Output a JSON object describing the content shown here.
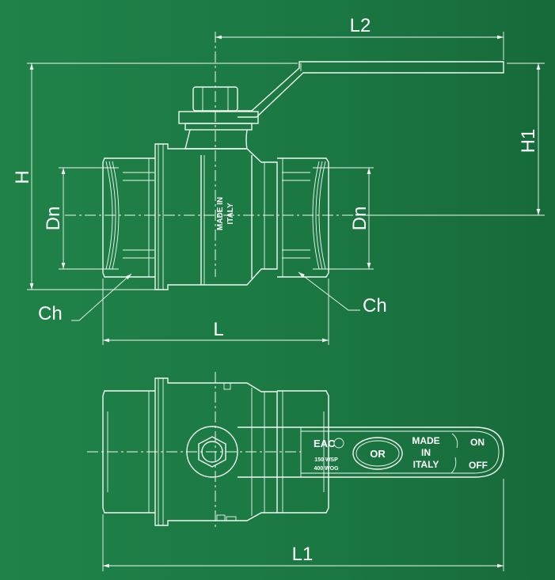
{
  "dimensions": {
    "L2": "L2",
    "H": "H",
    "H1": "H1",
    "Dn_left": "Dn",
    "Dn_right": "Dn",
    "Ch_left": "Ch",
    "Ch_right": "Ch",
    "L": "L",
    "L1": "L1"
  },
  "body_marking": {
    "line1": "MADE IN",
    "line2": "ITALY"
  },
  "handle": {
    "cert_mark": "EAC",
    "rating_1": "150 WSP",
    "rating_2": "400 WOG",
    "logo": "OR",
    "made_1": "MADE",
    "made_2": "IN",
    "made_3": "ITALY",
    "on": "ON",
    "off": "OFF"
  },
  "colors": {
    "background": "#1b7843",
    "line": "#f2f7f2"
  }
}
